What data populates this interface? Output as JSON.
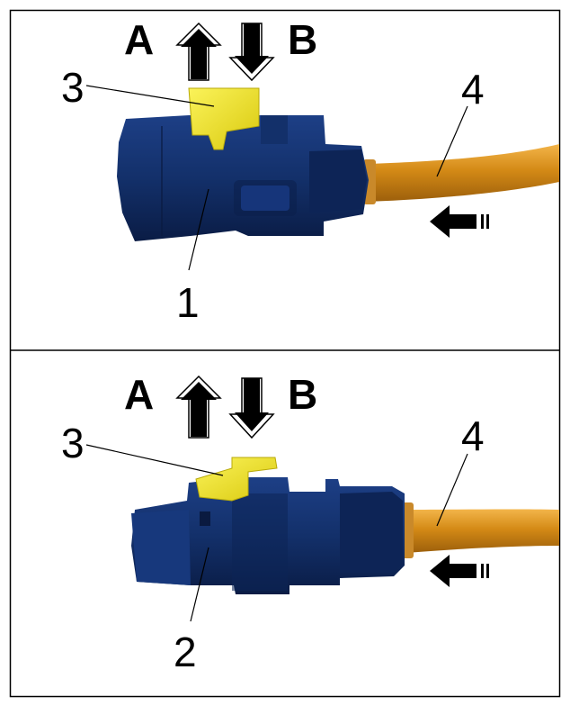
{
  "colors": {
    "connector": "#13306a",
    "connector_shade": "#0b1f4a",
    "latch": "#f3e71b",
    "cable": "#d48a16",
    "cable_highlight": "#f0b64a",
    "ferrule": "#c9892a",
    "border": "#000000"
  },
  "top_panel": {
    "label_a": "A",
    "label_b": "B",
    "callouts": {
      "connector": "1",
      "latch": "3",
      "cable": "4"
    }
  },
  "bottom_panel": {
    "label_a": "A",
    "label_b": "B",
    "callouts": {
      "connector": "2",
      "latch": "3",
      "cable": "4"
    }
  },
  "icons": [
    "arrow-up-outlined-icon",
    "arrow-down-outlined-icon",
    "arrow-left-push-icon"
  ]
}
